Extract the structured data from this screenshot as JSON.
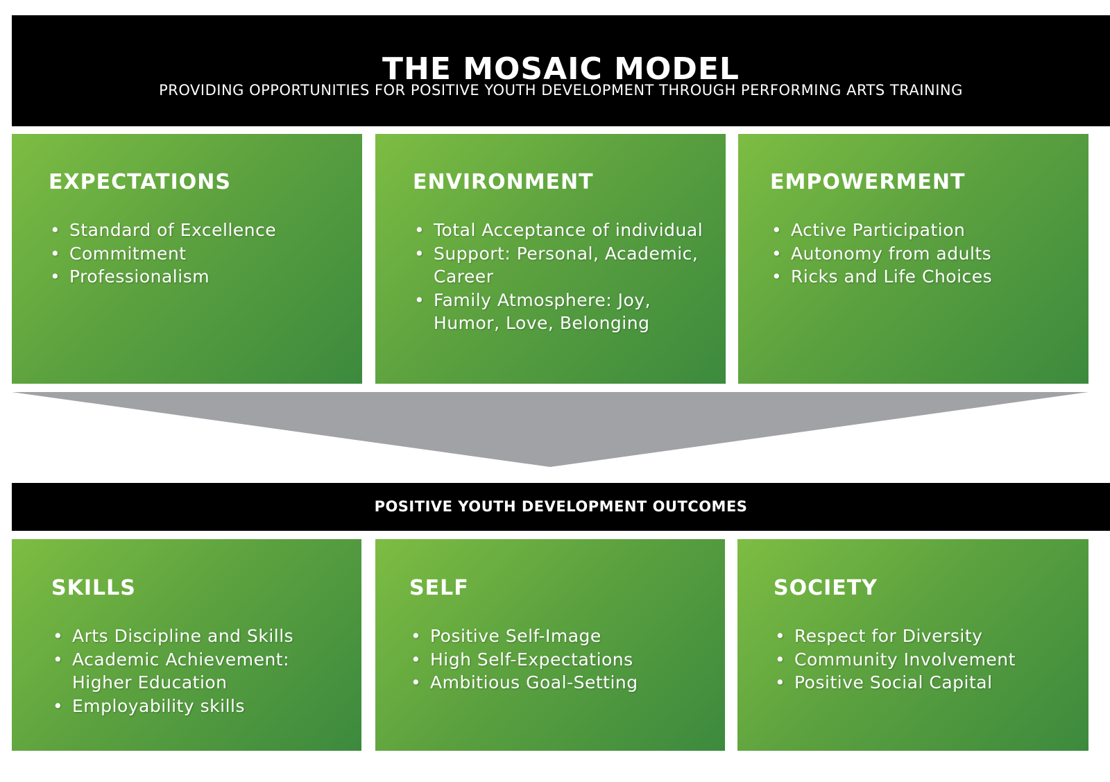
{
  "header": {
    "title": "THE MOSAIC MODEL",
    "subtitle": "PROVIDING OPPORTUNITIES FOR POSITIVE YOUTH DEVELOPMENT THROUGH PERFORMING ARTS TRAINING"
  },
  "inputs": [
    {
      "title": "EXPECTATIONS",
      "items": [
        "Standard of Excellence",
        "Commitment",
        "Professionalism"
      ]
    },
    {
      "title": "ENVIRONMENT",
      "items": [
        "Total Acceptance of individual",
        "Support: Personal, Academic, Career",
        "Family Atmosphere: Joy, Humor, Love, Belonging"
      ]
    },
    {
      "title": "EMPOWERMENT",
      "items": [
        "Active Participation",
        "Autonomy from adults",
        "Ricks and Life Choices"
      ]
    }
  ],
  "outcomes_header": {
    "title": "POSITIVE YOUTH DEVELOPMENT OUTCOMES"
  },
  "outcomes": [
    {
      "title": "SKILLS",
      "items": [
        "Arts Discipline and Skills",
        "Academic Achievement: Higher Education",
        "Employability skills"
      ]
    },
    {
      "title": "SELF",
      "items": [
        "Positive Self-Image",
        "High Self-Expectations",
        "Ambitious Goal-Setting"
      ]
    },
    {
      "title": "SOCIETY",
      "items": [
        "Respect for Diversity",
        "Community Involvement",
        "Positive Social Capital"
      ]
    }
  ],
  "colors": {
    "banner": "#000000",
    "box_light_green": "#7dbd43",
    "box_dark_green": "#3c8a3e",
    "arrow_gray": "#a0a2a5",
    "text": "#ffffff"
  }
}
